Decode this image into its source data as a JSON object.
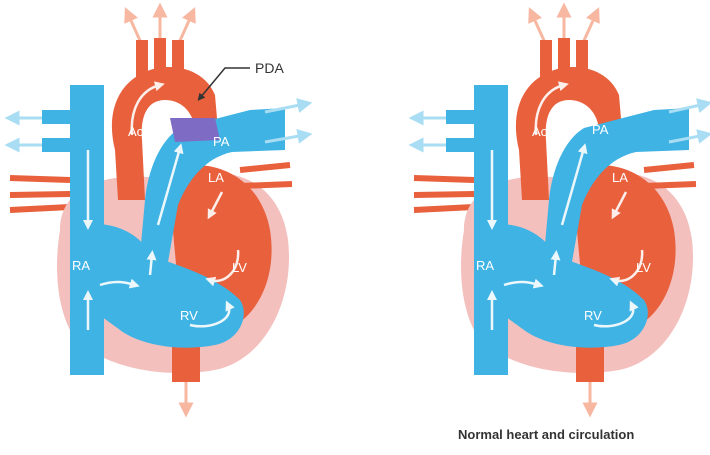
{
  "diagram": {
    "left_panel": {
      "labels": {
        "pda": "PDA",
        "ao": "Ao",
        "pa": "PA",
        "la": "LA",
        "lv": "LV",
        "ra": "RA",
        "rv": "RV"
      }
    },
    "right_panel": {
      "labels": {
        "ao": "Ao",
        "pa": "PA",
        "la": "LA",
        "lv": "LV",
        "ra": "RA",
        "rv": "RV"
      },
      "caption": "Normal heart and circulation"
    },
    "colors": {
      "oxygenated_red": "#E8603C",
      "deoxygenated_blue": "#3FB3E3",
      "mixed_purple": "#7E6CC4",
      "pericardium_pink": "#F3C0BE",
      "arrow_light_red": "#F7B7A0",
      "arrow_light_blue": "#A9DDF3"
    }
  }
}
